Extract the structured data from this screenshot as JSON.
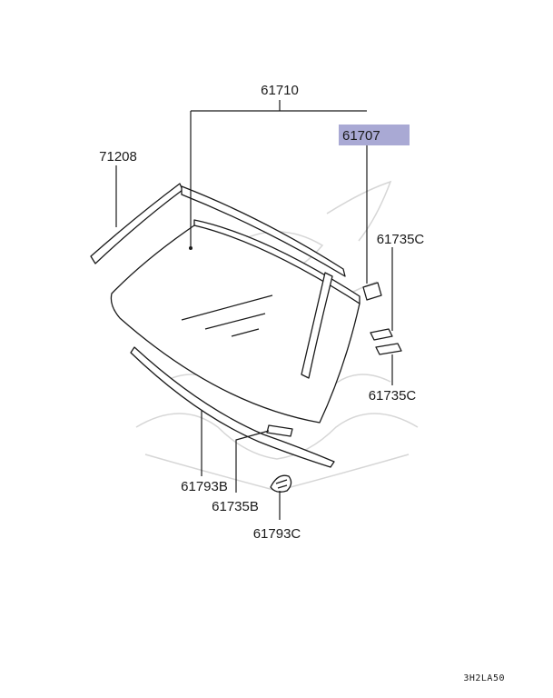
{
  "labels": {
    "windshield": "61710",
    "highlighted_part": "61707",
    "side_molding": "71208",
    "spacer_upper": "61735C",
    "spacer_lower": "61735C",
    "lower_molding": "61793B",
    "lower_spacer": "61735B",
    "clip": "61793C"
  },
  "diagram_code": "3H2LA50",
  "highlight_color": "#a9a9d4"
}
